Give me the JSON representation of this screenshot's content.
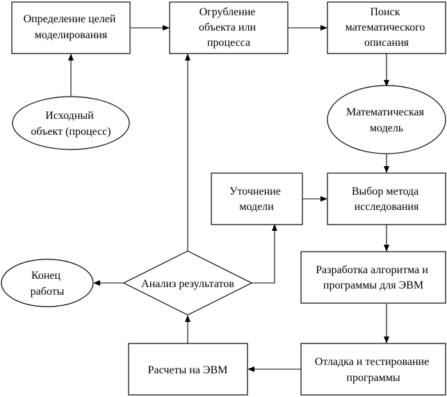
{
  "nodes": {
    "goals": {
      "lines": [
        "Определение целей",
        "моделирования"
      ]
    },
    "coarsening": {
      "lines": [
        "Огрубление",
        "объекта или",
        "процесса"
      ]
    },
    "search": {
      "lines": [
        "Поиск",
        "математического",
        "описания"
      ]
    },
    "source": {
      "lines": [
        "Исходный",
        "объект (процесс)"
      ]
    },
    "math_model": {
      "lines": [
        "Математическая",
        "модель"
      ]
    },
    "refinement": {
      "lines": [
        "Уточнение",
        "модели"
      ]
    },
    "method": {
      "lines": [
        "Выбор метода",
        "исследования"
      ]
    },
    "algorithm": {
      "lines": [
        "Разработка алгоритма и",
        "программы для ЭВМ"
      ]
    },
    "end": {
      "lines": [
        "Конец",
        "работы"
      ]
    },
    "analysis": {
      "lines": [
        "Анализ результатов"
      ]
    },
    "calculations": {
      "lines": [
        "Расчеты на ЭВМ"
      ]
    },
    "debugging": {
      "lines": [
        "Отладка и тестирование",
        "программы"
      ]
    }
  }
}
